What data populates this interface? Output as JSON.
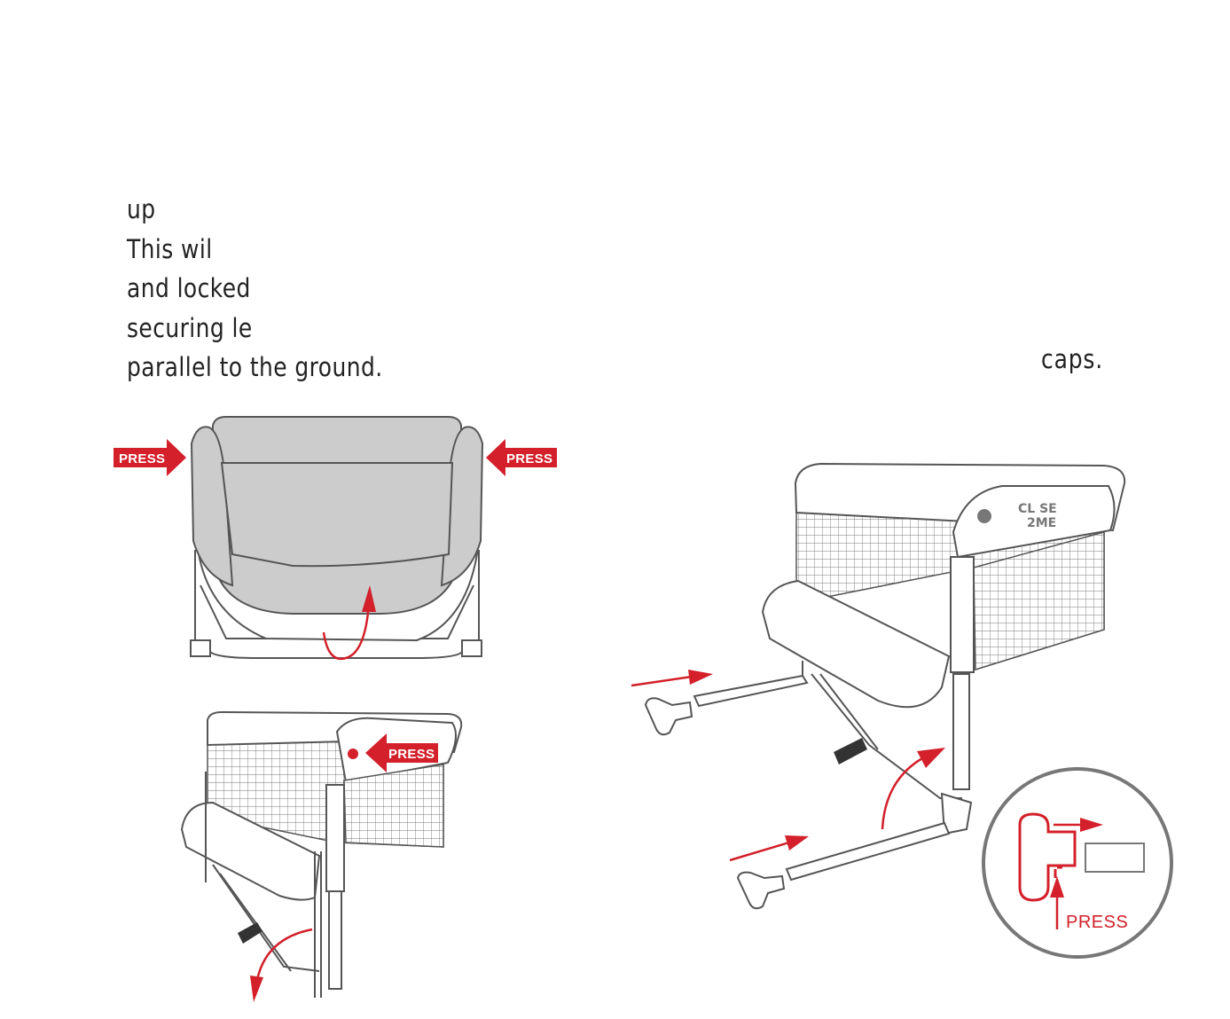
{
  "instructions": {
    "lines": [
      "up",
      "This wil",
      "and locked",
      "securing le",
      "parallel to the ground."
    ],
    "right_fragment": "caps."
  },
  "labels": {
    "press": "PRESS"
  },
  "logo": {
    "line1": "CL SE",
    "line2": "2ME"
  },
  "colors": {
    "accent_red": "#d3202a",
    "fabric_gray": "#cccccc",
    "line_gray": "#555555"
  }
}
